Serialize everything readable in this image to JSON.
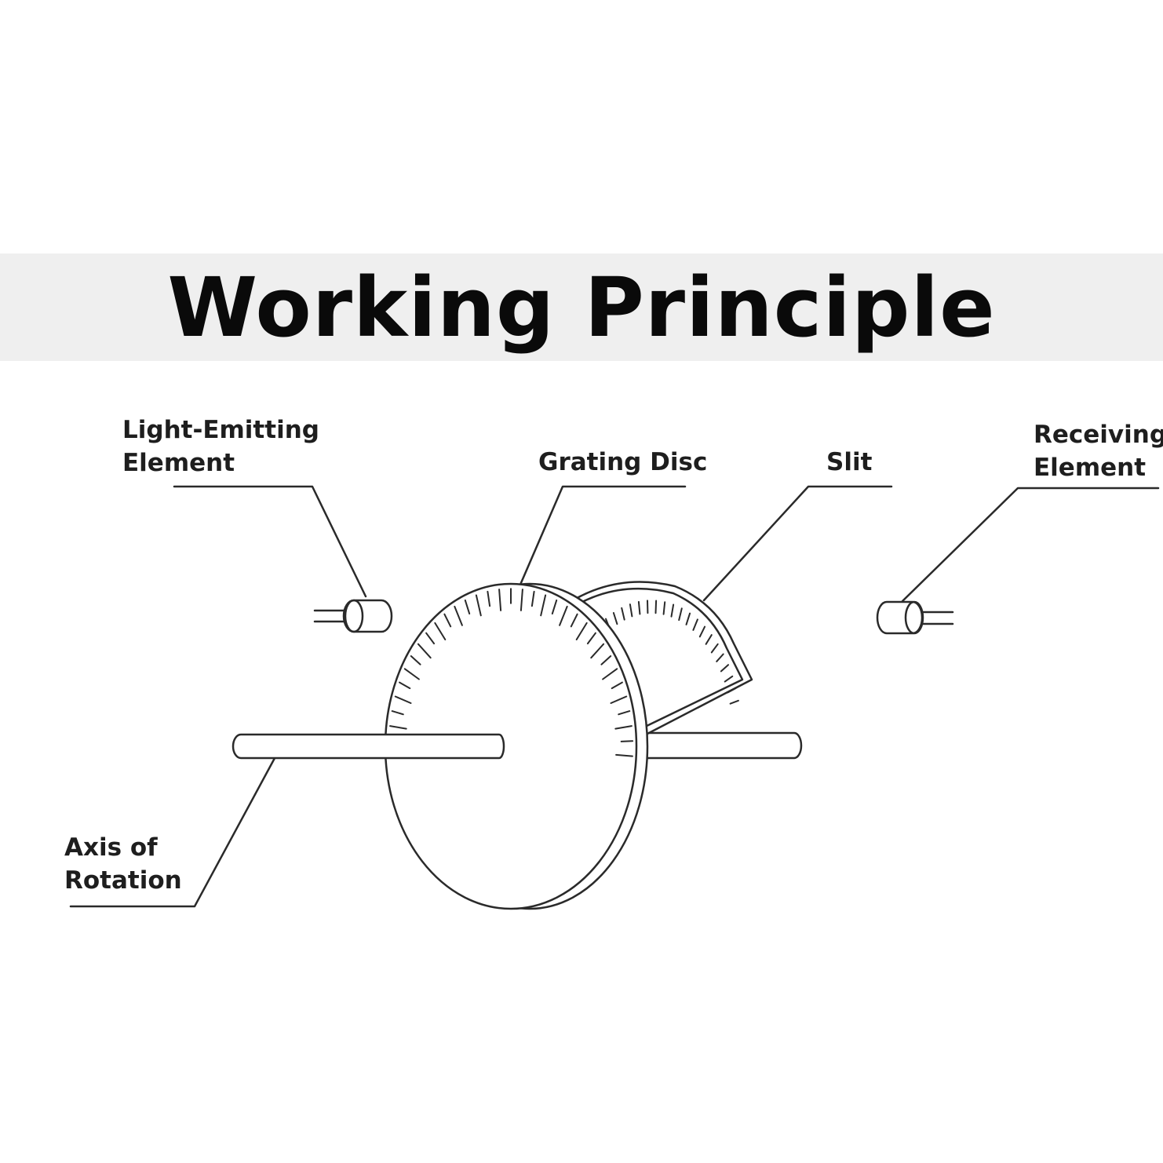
{
  "title": "Working Principle",
  "labels": {
    "light_emitting": [
      "Light-Emitting",
      "Element"
    ],
    "grating_disc": "Grating Disc",
    "slit": "Slit",
    "receiving": [
      "Receiving",
      "Element"
    ],
    "axis": [
      "Axis of",
      "Rotation"
    ]
  },
  "colors": {
    "title_band": "#efefef",
    "line": "#2a2a2a",
    "text": "#1e1e1e"
  }
}
